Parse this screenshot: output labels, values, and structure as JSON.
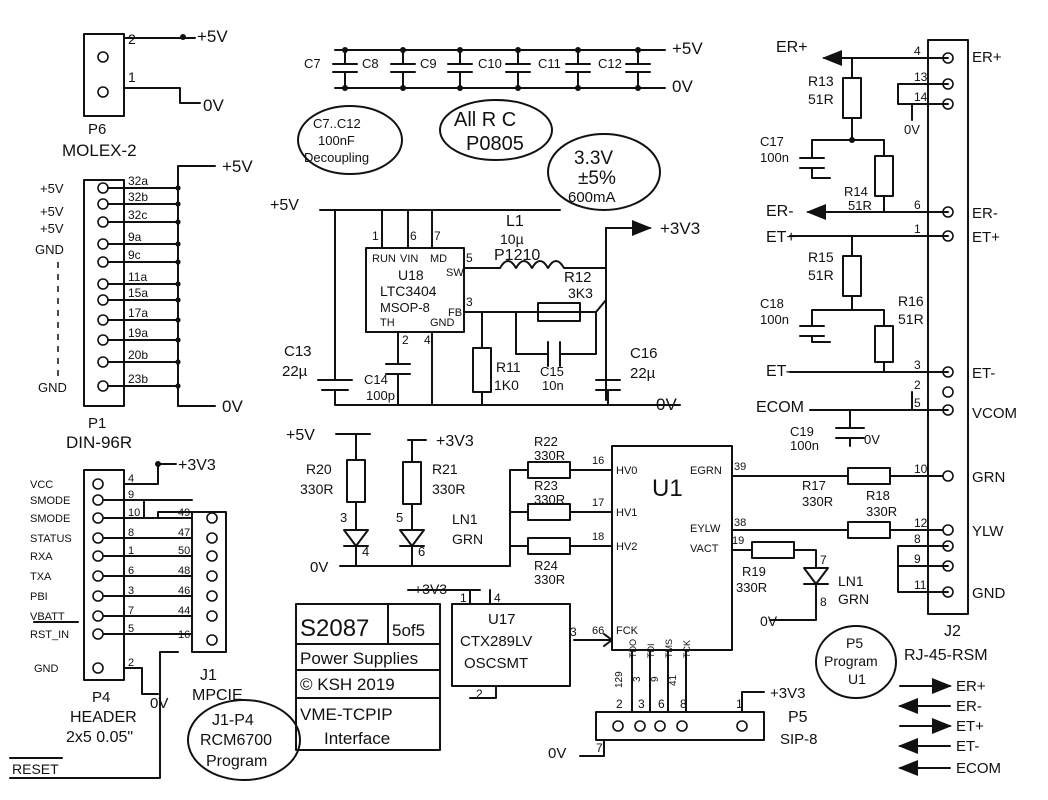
{
  "p6": {
    "pin2": "2",
    "pin1": "1",
    "plus5": "+5V",
    "zero": "0V",
    "ref": "P6",
    "name": "MOLEX-2"
  },
  "caps": {
    "c7": "C7",
    "c8": "C8",
    "c9": "C9",
    "c10": "C10",
    "c11": "C11",
    "c12": "C12",
    "plus5": "+5V",
    "zero": "0V"
  },
  "notes": {
    "decoupling": [
      "C7..C12",
      "100nF",
      "Decoupling"
    ],
    "rc": [
      "All R C",
      "P0805"
    ],
    "power": [
      "3.3V",
      "±5%",
      "600mA"
    ],
    "program": [
      "J1-P4",
      "RCM6700",
      "Program"
    ],
    "p5prog": [
      "P5",
      "Program",
      "U1"
    ]
  },
  "p1": {
    "plus5": "+5V",
    "labels": [
      "+5V",
      "+5V",
      "+5V",
      "GND",
      "GND"
    ],
    "pins": [
      "32a",
      "32b",
      "32c",
      "9a",
      "9c",
      "11a",
      "15a",
      "17a",
      "19a",
      "20b",
      "23b"
    ],
    "zero": "0V",
    "ref": "P1",
    "name": "DIN-96R"
  },
  "u18": {
    "plus5": "+5V",
    "plus33": "+3V3",
    "pin1": "1",
    "pin6": "6",
    "pin7": "7",
    "pin5": "5",
    "pin3": "3",
    "pin2": "2",
    "pin4": "4",
    "run": "RUN",
    "vin": "VIN",
    "md": "MD",
    "sw": "SW",
    "fb": "FB",
    "th": "TH",
    "gnd": "GND",
    "ref": "U18",
    "part": "LTC3404",
    "pkg": "MSOP-8",
    "c13": "C13",
    "c13v": "22µ",
    "c14": "C14",
    "c14v": "100p",
    "l1": "L1",
    "l1v": "10µ",
    "l1p": "P1210",
    "r12": "R12",
    "r12v": "3K3",
    "r11": "R11",
    "r11v": "1K0",
    "c15": "C15",
    "c15v": "10n",
    "c16": "C16",
    "c16v": "22µ",
    "zero": "0V"
  },
  "leds": {
    "plus5": "+5V",
    "plus33": "+3V3",
    "r20": "R20",
    "r20v": "330R",
    "r21": "R21",
    "r21v": "330R",
    "n3": "3",
    "n4": "4",
    "n5": "5",
    "n6": "6",
    "ln1": "LN1",
    "grn": "GRN",
    "zero": "0V"
  },
  "u1": {
    "ref": "U1",
    "r22": "R22",
    "r22v": "330R",
    "r23": "R23",
    "r23v": "330R",
    "r24": "R24",
    "r24v": "330R",
    "p16": "16",
    "p17": "17",
    "p18": "18",
    "hv0": "HV0",
    "hv1": "HV1",
    "hv2": "HV2",
    "p39": "39",
    "egrn": "EGRN",
    "p38": "38",
    "eylw": "EYLW",
    "p19": "19",
    "vact": "VACT",
    "r17": "R17",
    "r17v": "330R",
    "r18": "R18",
    "r18v": "330R",
    "r19": "R19",
    "r19v": "330R",
    "n7": "7",
    "n8": "8",
    "ln1": "LN1",
    "grn": "GRN",
    "fck": "FCK",
    "p66": "66",
    "tdo": "TDO",
    "tdi": "TDI",
    "tms": "TMS",
    "tck": "TCK",
    "p129": "129",
    "p3": "3",
    "p9": "9",
    "p41": "41",
    "zero": "0V"
  },
  "u17": {
    "plus33": "+3V3",
    "pin1": "1",
    "pin4": "4",
    "pin2": "2",
    "pin3": "3",
    "ref": "U17",
    "part": "CTX289LV",
    "name": "OSCSMT"
  },
  "p5": {
    "plus33": "+3V3",
    "pins": [
      "2",
      "3",
      "6",
      "8",
      "1"
    ],
    "pin7": "7",
    "zero": "0V",
    "ref": "P5",
    "name": "SIP-8"
  },
  "titleblock": {
    "doc": "S2087",
    "sheet": "5of5",
    "title": "Power Supplies",
    "copy": "© KSH 2019",
    "project": "VME-TCPIP",
    "sub": "Interface"
  },
  "p4": {
    "plus33": "+3V3",
    "left": [
      "VCC",
      "SMODE",
      "SMODE",
      "STATUS",
      "RXA",
      "TXA",
      "PBI",
      "VBATT",
      "RST_IN",
      "GND"
    ],
    "pins": [
      "4",
      "9",
      "10",
      "8",
      "1",
      "6",
      "3",
      "7",
      "5",
      "2"
    ],
    "j1pins": [
      "49",
      "47",
      "50",
      "48",
      "46",
      "44",
      "16"
    ],
    "ref": "P4",
    "name": "HEADER",
    "size": "2x5 0.05\"",
    "j1": "J1",
    "mpcie": "MPCIE",
    "zero": "0V",
    "reset": "RESET"
  },
  "j2": {
    "erp": "ER+",
    "erm": "ER-",
    "etp": "ET+",
    "etm": "ET-",
    "ecom": "ECOM",
    "pins": [
      "4",
      "13",
      "14",
      "6",
      "1",
      "3",
      "2",
      "5",
      "10",
      "12",
      "8",
      "9",
      "11"
    ],
    "right": [
      "ER+",
      "ER-",
      "ET+",
      "ET-",
      "VCOM",
      "GRN",
      "YLW",
      "GND"
    ],
    "r13": "R13",
    "r13v": "51R",
    "r14": "R14",
    "r14v": "51R",
    "r15": "R15",
    "r15v": "51R",
    "r16": "R16",
    "r16v": "51R",
    "c17": "C17",
    "c17v": "100n",
    "c18": "C18",
    "c18v": "100n",
    "c19": "C19",
    "c19v": "100n",
    "zero": "0V",
    "ref": "J2",
    "name": "RJ-45-RSM",
    "legend": [
      "ER+",
      "ER-",
      "ET+",
      "ET-",
      "ECOM"
    ]
  }
}
